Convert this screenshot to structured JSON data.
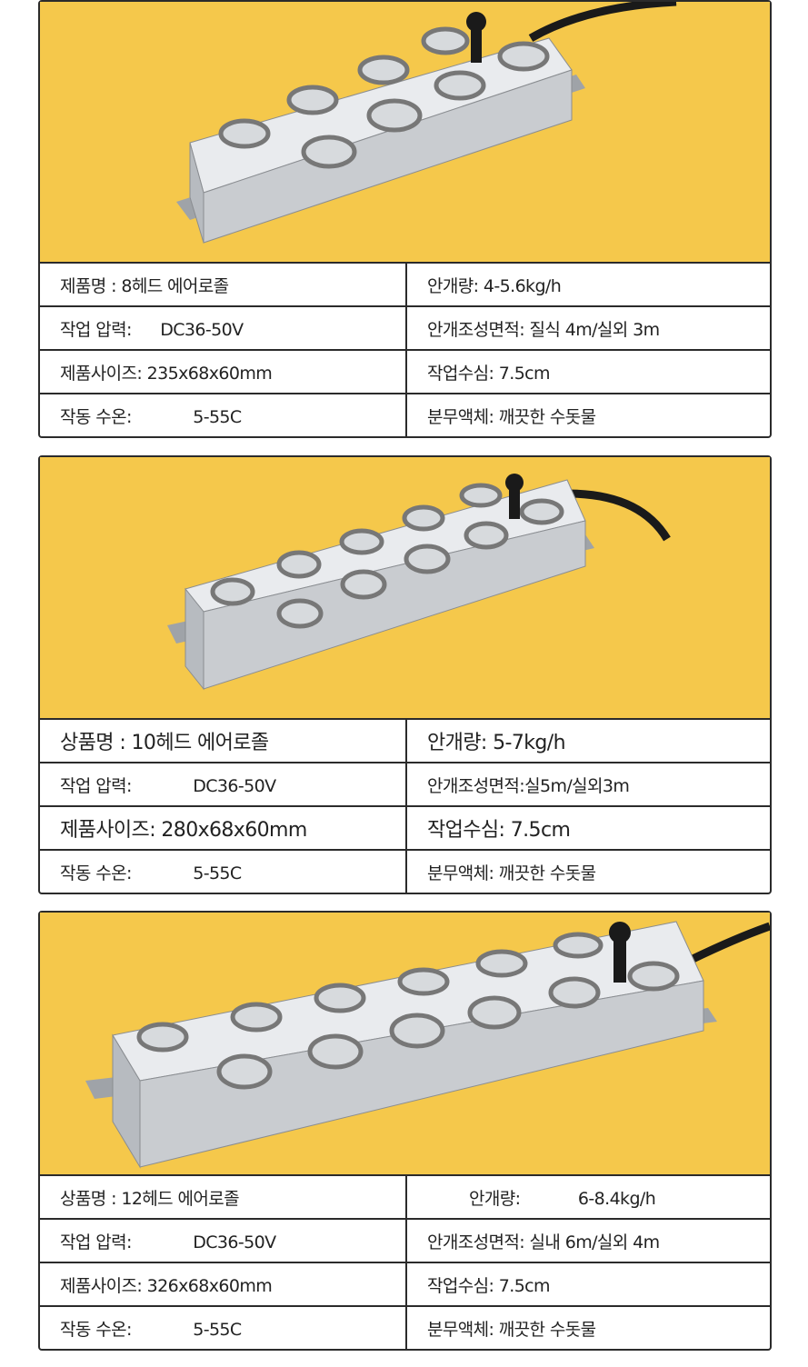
{
  "products": [
    {
      "heads": 8,
      "rows": [
        [
          {
            "label": "제품명 : ",
            "value": "8헤드 에어로졸"
          },
          {
            "label": "안개량: ",
            "value": "4-5.6kg/h"
          }
        ],
        [
          {
            "label": "작업 압력: ",
            "value": "DC36-50V"
          },
          {
            "label": "안개조성면적: ",
            "value": "질식 4m/실외 3m"
          }
        ],
        [
          {
            "label": "제품사이즈: ",
            "value": "235x68x60mm"
          },
          {
            "label": "작업수심: ",
            "value": "7.5cm"
          }
        ],
        [
          {
            "label": "작동 수온: ",
            "value": "5-55C"
          },
          {
            "label": "분무액체: ",
            "value": "깨끗한 수돗물"
          }
        ]
      ]
    },
    {
      "heads": 10,
      "rows": [
        [
          {
            "label": "상품명 : ",
            "value": "10헤드 에어로졸"
          },
          {
            "label": "안개량: ",
            "value": "5-7kg/h"
          }
        ],
        [
          {
            "label": "작업 압력: ",
            "value": "DC36-50V"
          },
          {
            "label": "안개조성면적:",
            "value": "실5m/실외3m"
          }
        ],
        [
          {
            "label": "제품사이즈: ",
            "value": "280x68x60mm"
          },
          {
            "label": "작업수심: ",
            "value": "7.5cm"
          }
        ],
        [
          {
            "label": "작동 수온: ",
            "value": "5-55C"
          },
          {
            "label": "분무액체: ",
            "value": "깨끗한 수돗물"
          }
        ]
      ]
    },
    {
      "heads": 12,
      "rows": [
        [
          {
            "label": "상품명 : ",
            "value": "12헤드 에어로졸"
          },
          {
            "label": "안개량: ",
            "value": "6-8.4kg/h"
          }
        ],
        [
          {
            "label": "작업 압력: ",
            "value": "DC36-50V"
          },
          {
            "label": "안개조성면적: ",
            "value": "실내 6m/실외 4m"
          }
        ],
        [
          {
            "label": "제품사이즈: ",
            "value": "326x68x60mm"
          },
          {
            "label": "작업수심: ",
            "value": "7.5cm"
          }
        ],
        [
          {
            "label": "작동 수온: ",
            "value": "5-55C"
          },
          {
            "label": "분무액체: ",
            "value": "깨끗한 수돗물"
          }
        ]
      ]
    }
  ],
  "colors": {
    "photo_bg": "#f5c84b",
    "border": "#2b2b2b",
    "steel": "#c9ccd0"
  }
}
